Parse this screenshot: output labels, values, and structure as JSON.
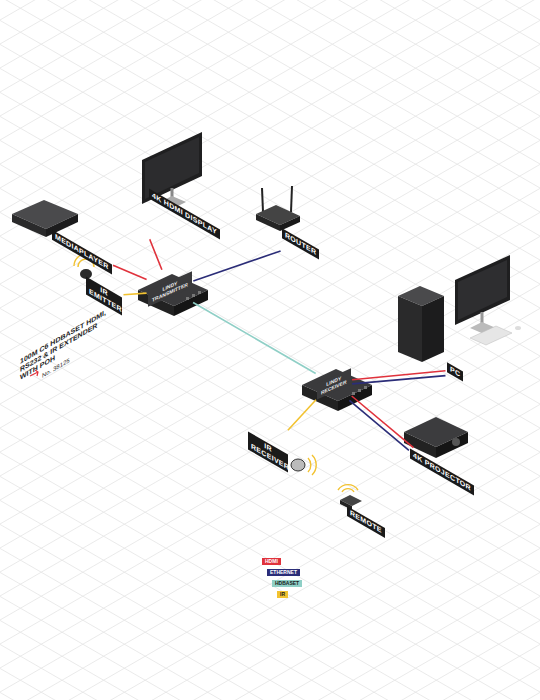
{
  "diagram": {
    "title": "100M C6 HDBASET HDMI, RS232 & IR EXTENDER WITH POH",
    "nodes": [
      {
        "text": [
          "MEDIAPLAYER"
        ]
      },
      {
        "text": [
          "4K HDMI DISPLAY"
        ]
      },
      {
        "text": [
          "ROUTER"
        ]
      },
      {
        "text": [
          "IR EMITTER"
        ]
      },
      {
        "text": [
          "LINDY",
          "TRANSMITTER"
        ]
      },
      {
        "text": [
          "LINDY",
          "RECEIVER"
        ]
      },
      {
        "text": [
          "PC"
        ]
      },
      {
        "text": [
          "4K PROJECTOR"
        ]
      },
      {
        "text": [
          "IR RECEIVER"
        ]
      },
      {
        "text": [
          "REMOTE"
        ]
      }
    ],
    "edges": [
      {
        "from": 0,
        "to": 4,
        "arrow": "none"
      },
      {
        "from": 1,
        "to": 4,
        "arrow": "none"
      },
      {
        "from": 2,
        "to": 4,
        "arrow": "none"
      },
      {
        "from": 3,
        "to": 4,
        "arrow": "none"
      },
      {
        "from": 4,
        "to": 5,
        "arrow": "none"
      },
      {
        "from": 5,
        "to": 6,
        "arrow": "none"
      },
      {
        "from": 5,
        "to": 6,
        "arrow": "none"
      },
      {
        "from": 5,
        "to": 7,
        "arrow": "none"
      },
      {
        "from": 5,
        "to": 7,
        "arrow": "none"
      },
      {
        "from": 5,
        "to": 8,
        "arrow": "none"
      }
    ],
    "labels": [
      "No. 38125"
    ],
    "legend": [
      {
        "text": "HDMI",
        "color": "#e0323c"
      },
      {
        "text": "ETHERNET",
        "color": "#2b2d78"
      },
      {
        "text": "HDBASET",
        "color": "#8fcfc6"
      },
      {
        "text": "IR",
        "color": "#f2c230"
      }
    ]
  }
}
